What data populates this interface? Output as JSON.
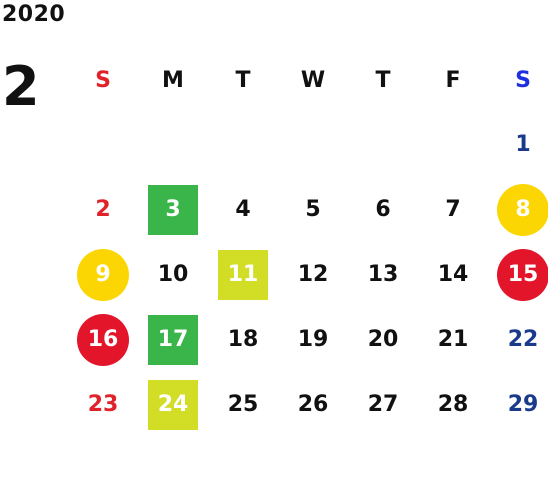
{
  "year": "2020",
  "month": "2",
  "weekdays": [
    {
      "label": "S",
      "color": "#e0232a"
    },
    {
      "label": "M",
      "color": "#111111"
    },
    {
      "label": "T",
      "color": "#111111"
    },
    {
      "label": "W",
      "color": "#111111"
    },
    {
      "label": "T",
      "color": "#111111"
    },
    {
      "label": "F",
      "color": "#111111"
    },
    {
      "label": "S",
      "color": "#1f2fe0"
    }
  ],
  "colors": {
    "sunday": "#e0232a",
    "saturday": "#1a3a8c",
    "green_mark": "#3ab54a",
    "lime_mark": "#d2dd26",
    "yellow_mark": "#fcd602",
    "red_mark": "#e2152b"
  },
  "weeks": [
    [
      "",
      "",
      "",
      "",
      "",
      "",
      "1"
    ],
    [
      "2",
      "3",
      "4",
      "5",
      "6",
      "7",
      "8"
    ],
    [
      "9",
      "10",
      "11",
      "12",
      "13",
      "14",
      "15"
    ],
    [
      "16",
      "17",
      "18",
      "19",
      "20",
      "21",
      "22"
    ],
    [
      "23",
      "24",
      "25",
      "26",
      "27",
      "28",
      "29"
    ]
  ]
}
